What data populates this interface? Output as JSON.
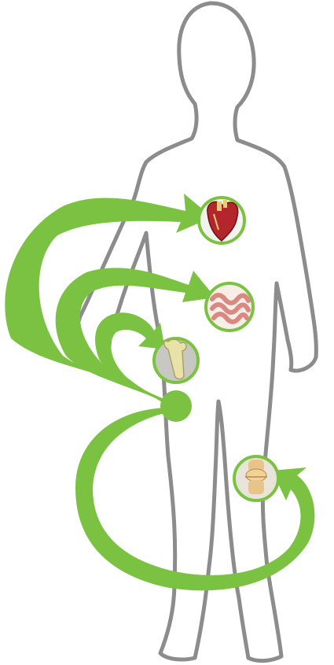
{
  "diagram": {
    "colors": {
      "arrow_green": "#7cc242",
      "arrow_green_dark": "#5fa52e",
      "outline_gray": "#8c8c8c",
      "background": "#ffffff",
      "heart_red": "#b3262b",
      "intestine_pink": "#e7a9a0",
      "bone_cream": "#e9e2a8",
      "knee_tan": "#e8c48a"
    },
    "source": {
      "name": "source-node"
    },
    "targets": [
      {
        "name": "heart-icon",
        "organ": "heart"
      },
      {
        "name": "intestine-icon",
        "organ": "intestines"
      },
      {
        "name": "bone-icon",
        "organ": "bone"
      },
      {
        "name": "knee-icon",
        "organ": "knee joint"
      }
    ]
  }
}
